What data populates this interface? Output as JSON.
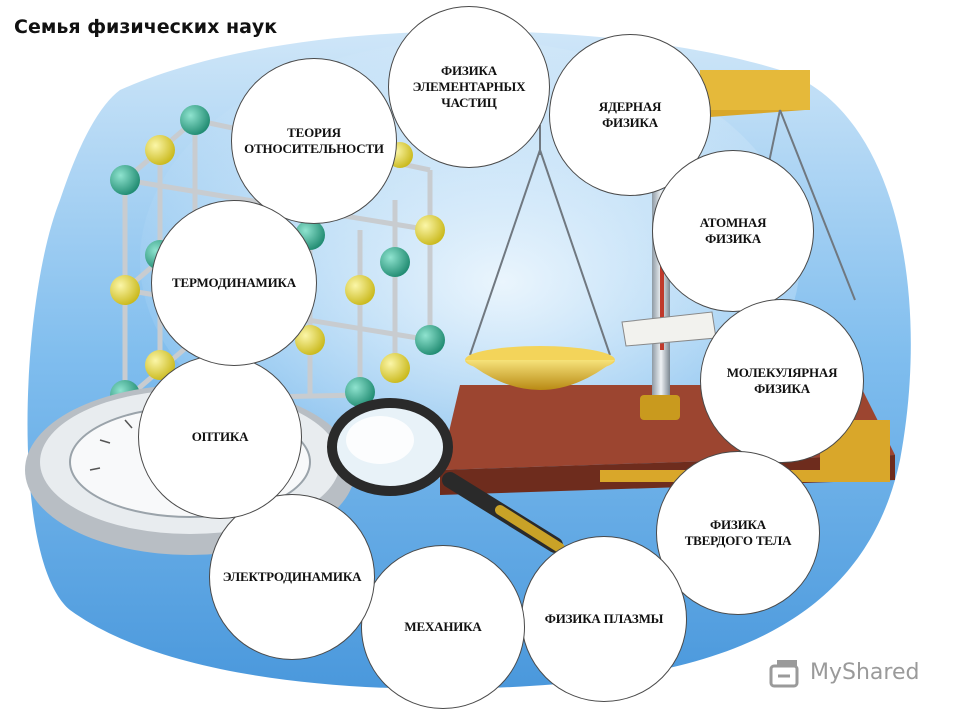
{
  "title": "Семья физических наук",
  "bubbles": [
    {
      "id": "relativity",
      "label": "ТЕОРИЯ\nОТНОСИТЕЛЬНОСТИ"
    },
    {
      "id": "particle",
      "label": "ФИЗИКА\nЭЛЕМЕНТАРНЫХ\nЧАСТИЦ"
    },
    {
      "id": "nuclear",
      "label": "ЯДЕРНАЯ\nФИЗИКА"
    },
    {
      "id": "atomic",
      "label": "АТОМНАЯ\nФИЗИКА"
    },
    {
      "id": "molecular",
      "label": "МОЛЕКУЛЯРНАЯ\nФИЗИКА"
    },
    {
      "id": "solid",
      "label": "ФИЗИКА\nТВЕРДОГО ТЕЛА"
    },
    {
      "id": "plasma",
      "label": "ФИЗИКА ПЛАЗМЫ"
    },
    {
      "id": "mechanics",
      "label": "МЕХАНИКА"
    },
    {
      "id": "electrodynamics",
      "label": "ЭЛЕКТРОДИНАМИКА"
    },
    {
      "id": "optics",
      "label": "ОПТИКА"
    },
    {
      "id": "thermodynamics",
      "label": "ТЕРМОДИНАМИКА"
    }
  ],
  "watermark": {
    "text": "MyShared"
  },
  "colors": {
    "sky": "#5ea8e4",
    "sky_light": "#d8ecfa",
    "atom_teal": "#2ea58a",
    "atom_yellow": "#e4d83a",
    "table_wood": "#8c3c2a",
    "brass": "#d4a72c"
  }
}
